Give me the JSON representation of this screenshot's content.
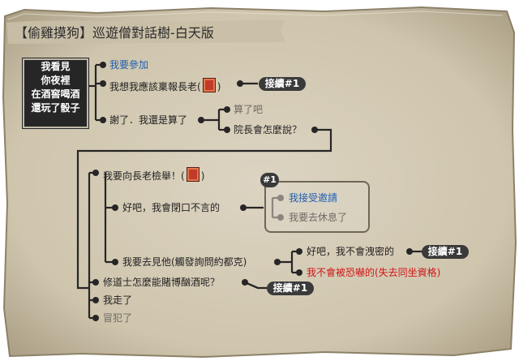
{
  "title": {
    "bracket_open": "【",
    "main": "偷雞摸狗",
    "bracket_close": "】",
    "sub": "巡遊僧對話樹-白天版"
  },
  "start_node": {
    "lines": [
      "我看見",
      "你夜裡",
      "在酒窖喝酒",
      "還玩了骰子"
    ]
  },
  "options": {
    "o1": "我要參加",
    "o2": "我想我應該稟報長老(",
    "o2_end": ")",
    "o2_continue": "接續#1",
    "o3": "謝了．我還是算了",
    "o3a": "算了吧",
    "o3b": "院長會怎麼說？",
    "o4": "我要向長老檢舉！(",
    "o4_end": ")",
    "o4a": "好吧，我會閉口不言的",
    "box_badge": "#1",
    "box_a": "我接受邀請",
    "box_b": "我要去休息了",
    "o4b": "我要去見他(觸發詢問約都克)",
    "o4b1": "好吧，我不會洩密的",
    "o4b1_continue": "接續#1",
    "o4b2": "我不會被恐嚇的(失去同坐資格)",
    "o5": "修道士怎麼能賭博酗酒呢？",
    "o5_continue": "接續#1",
    "o6": "我走了",
    "o7": "冒犯了"
  },
  "colors": {
    "parchment": "#d8cfbd",
    "parchment_dark": "#a59a80",
    "line": "#262626",
    "blue": "#1f5fb0",
    "red": "#d01616",
    "gray": "#6d6a63"
  },
  "icons": {
    "elder_face": "elder-face-icon"
  }
}
